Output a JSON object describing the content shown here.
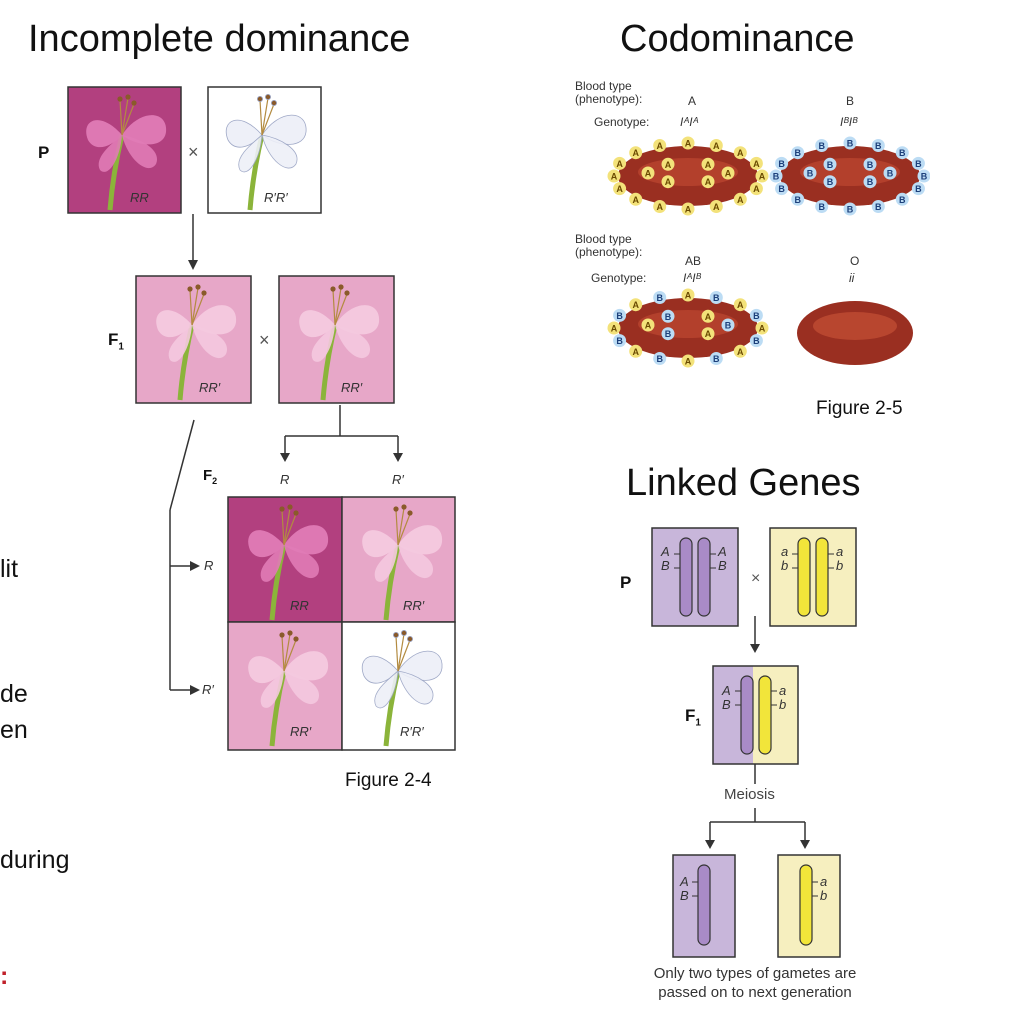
{
  "incomplete": {
    "title": "Incomplete dominance",
    "label_p": "P",
    "label_f1": "F",
    "label_f1_sub": "1",
    "label_f2": "F",
    "label_f2_sub": "2",
    "cross": "×",
    "p_left_genotype": "RR",
    "p_right_genotype": "R′R′",
    "f1_left_genotype": "RR′",
    "f1_right_genotype": "RR′",
    "f2_col_r": "R",
    "f2_col_rprime": "R′",
    "f2_row_r": "R",
    "f2_row_rprime": "R′",
    "f2_cells": [
      "RR",
      "RR′",
      "RR′",
      "R′R′"
    ],
    "caption": "Figure 2-4"
  },
  "codominance": {
    "title": "Codominance",
    "blood_type_label": "Blood type",
    "phenotype_label": "(phenotype):",
    "genotype_label": "Genotype:",
    "type_a": "A",
    "type_b": "B",
    "type_ab": "AB",
    "type_o": "O",
    "geno_a": "IᴬIᴬ",
    "geno_b": "IᴮIᴮ",
    "geno_ab": "IᴬIᴮ",
    "geno_o": "ii",
    "antigen_a": "A",
    "antigen_b": "B",
    "caption": "Figure 2-5"
  },
  "linked": {
    "title": "Linked Genes",
    "label_p": "P",
    "label_f1": "F",
    "label_f1_sub": "1",
    "cross": "×",
    "allele_A": "A",
    "allele_B": "B",
    "allele_a": "a",
    "allele_b": "b",
    "meiosis": "Meiosis",
    "note_line1": "Only two types of gametes are",
    "note_line2": "passed on to next generation"
  },
  "left_fragments": {
    "frag1": "lit",
    "frag2": "de",
    "frag3": "en",
    "frag4": "during",
    "frag5": ":"
  },
  "colors": {
    "magenta_dark": "#b2407f",
    "pink_light": "#e7a7c8",
    "pink_pale": "#f4c9df",
    "purple_panel": "#c8b6da",
    "yellow_panel": "#f6efbf",
    "chrom_purple": "#a98bc7",
    "chrom_yellow": "#f2e53a",
    "cell_red": "#9a2f21",
    "antigen_yellow": "#f3e27a",
    "antigen_blue": "#bcdcf4",
    "fragment_red": "#c0202a"
  }
}
